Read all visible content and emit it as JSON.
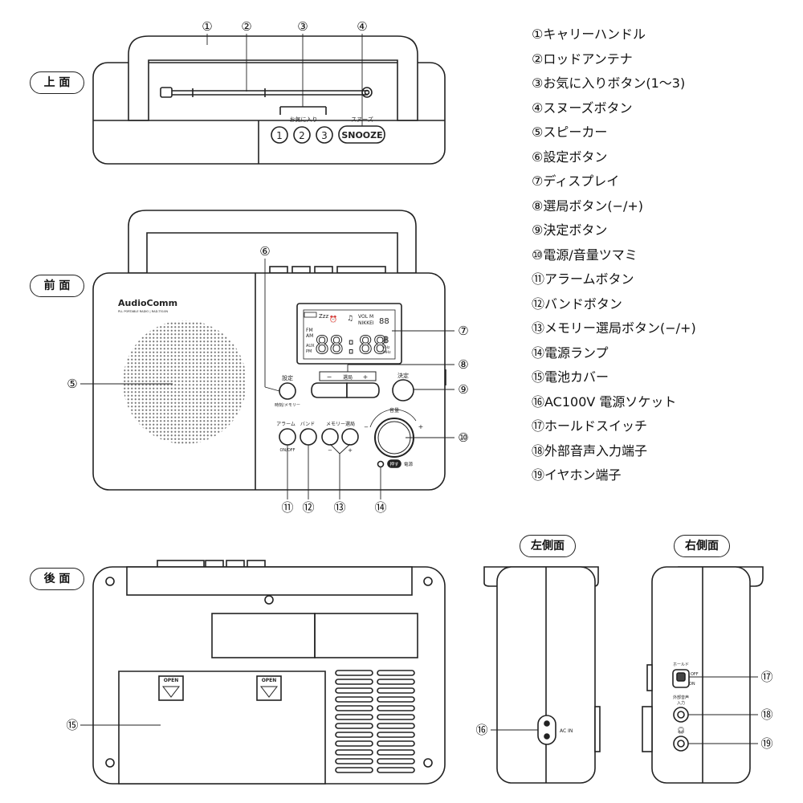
{
  "views": {
    "top": "上 面",
    "front": "前 面",
    "back": "後 面",
    "left_side": "左側面",
    "right_side": "右側面"
  },
  "parts": [
    {
      "num": "①",
      "name": "キャリーハンドル"
    },
    {
      "num": "②",
      "name": "ロッドアンテナ"
    },
    {
      "num": "③",
      "name": "お気に入りボタン(1〜3)"
    },
    {
      "num": "④",
      "name": "スヌーズボタン"
    },
    {
      "num": "⑤",
      "name": "スピーカー"
    },
    {
      "num": "⑥",
      "name": "設定ボタン"
    },
    {
      "num": "⑦",
      "name": "ディスプレイ"
    },
    {
      "num": "⑧",
      "name": "選局ボタン(−/+)"
    },
    {
      "num": "⑨",
      "name": "決定ボタン"
    },
    {
      "num": "⑩",
      "name": "電源/音量ツマミ"
    },
    {
      "num": "⑪",
      "name": "アラームボタン"
    },
    {
      "num": "⑫",
      "name": "バンドボタン"
    },
    {
      "num": "⑬",
      "name": "メモリー選局ボタン(−/+)"
    },
    {
      "num": "⑭",
      "name": "電源ランプ"
    },
    {
      "num": "⑮",
      "name": "電池カバー"
    },
    {
      "num": "⑯",
      "name": "AC100V 電源ソケット"
    },
    {
      "num": "⑰",
      "name": "ホールドスイッチ"
    },
    {
      "num": "⑱",
      "name": "外部音声入力端子"
    },
    {
      "num": "⑲",
      "name": "イヤホン端子"
    }
  ],
  "top_panel": {
    "favorites_label": "お気に入り",
    "fav1": "1",
    "fav2": "2",
    "fav3": "3",
    "snooze_label": "スヌーズ",
    "snooze_button": "SNOOZE"
  },
  "front_panel": {
    "brand": "AudioComm",
    "subtitle": "PLL PORTABLE RADIO | RAD-T510N",
    "settings_label": "設定",
    "settings_sub": "時刻/メモリー",
    "tune_label": "選局",
    "tune_minus": "−",
    "tune_plus": "+",
    "enter_label": "決定",
    "volume_label": "音量",
    "vol_minus": "−",
    "vol_plus": "+",
    "alarm_label": "アラーム",
    "alarm_sub": "ON/OFF",
    "band_label": "バンド",
    "memory_label": "メモリー選局",
    "mem_minus": "−",
    "mem_plus": "+",
    "push_label": "押す",
    "power_label": "電源"
  },
  "display": {
    "digits": "88:88",
    "zzz": "Zzz",
    "vol": "VOL M",
    "nikkei": "NIKKEI",
    "small_digits": "88",
    "fm": "FM",
    "am": "AM",
    "aux": "AUX",
    "pm": "PM",
    "khz": "kHz",
    "mhz": "MHz",
    "digit_right": "8"
  },
  "back_panel": {
    "open1": "OPEN",
    "open2": "OPEN"
  },
  "side_panel": {
    "ac_in": "AC IN",
    "hold_label": "ホールド",
    "off_label": "OFF",
    "on_label": "ON",
    "ext_input_line1": "外部音声",
    "ext_input_line2": "入力"
  },
  "callouts": {
    "c1": "①",
    "c2": "②",
    "c3": "③",
    "c4": "④",
    "c5": "⑤",
    "c6": "⑥",
    "c7": "⑦",
    "c8": "⑧",
    "c9": "⑨",
    "c10": "⑩",
    "c11": "⑪",
    "c12": "⑫",
    "c13": "⑬",
    "c14": "⑭",
    "c15": "⑮",
    "c16": "⑯",
    "c17": "⑰",
    "c18": "⑱",
    "c19": "⑲"
  }
}
